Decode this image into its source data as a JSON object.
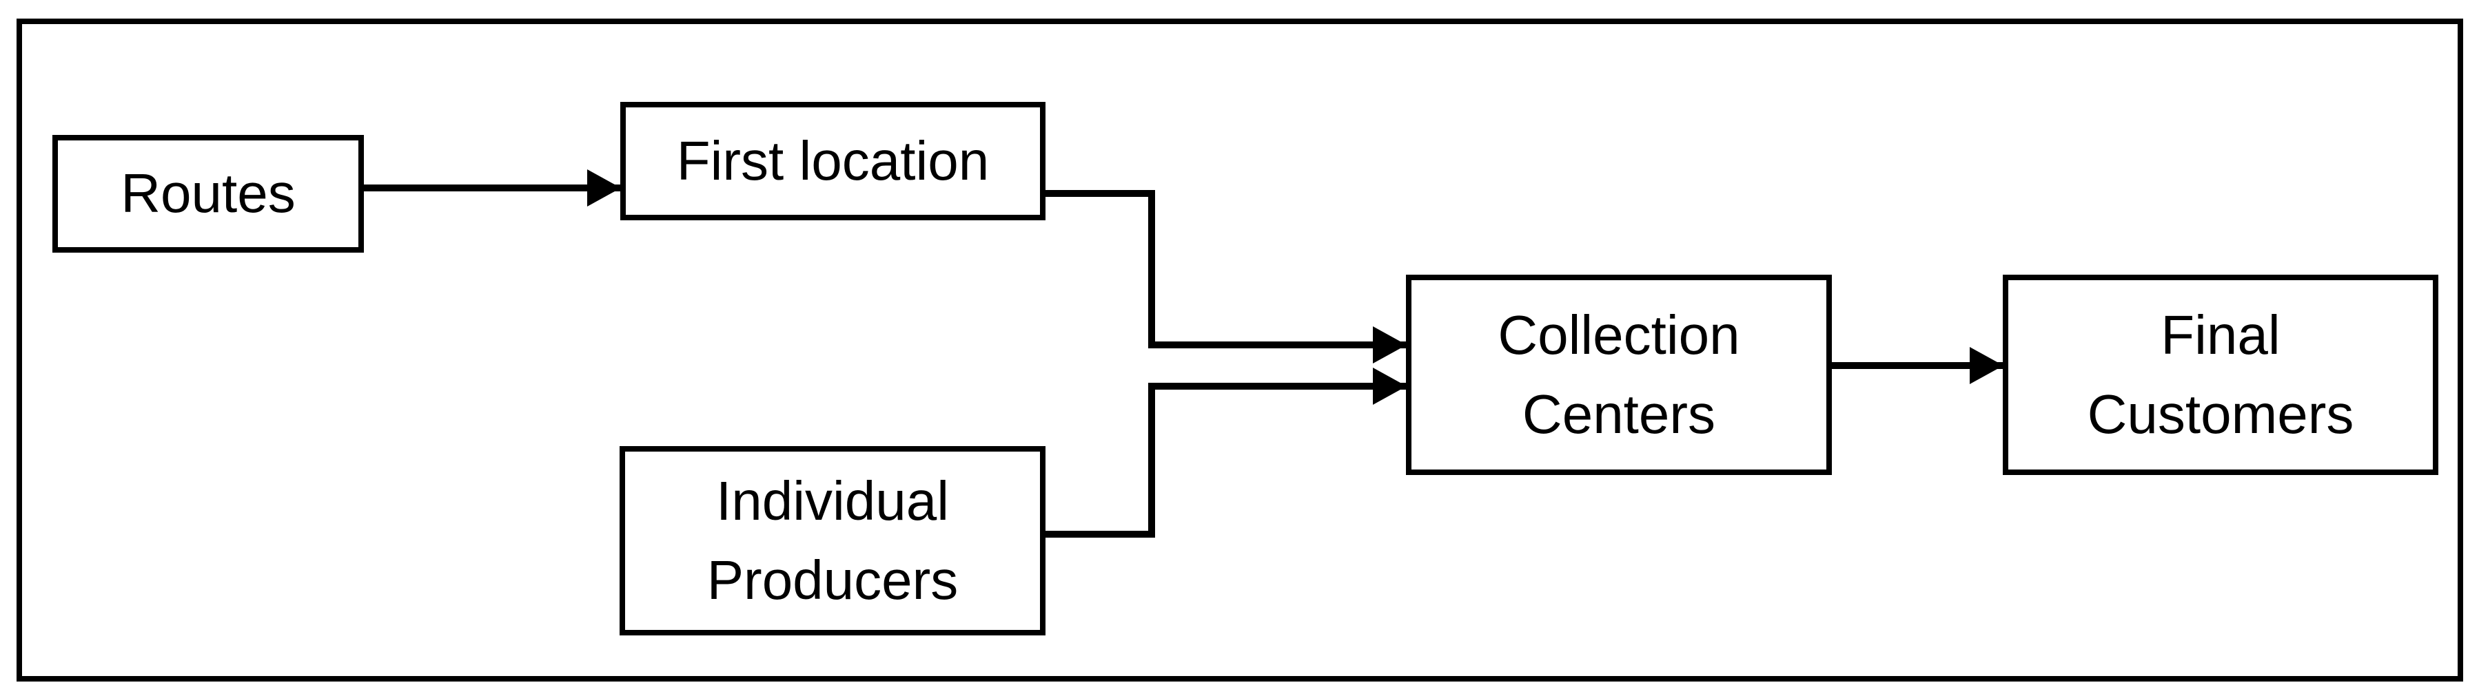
{
  "diagram": {
    "type": "flowchart",
    "background_color": "#ffffff",
    "stroke_color": "#000000",
    "text_color": "#000000",
    "nodes": [
      {
        "id": "routes",
        "label": "Routes"
      },
      {
        "id": "first-location",
        "label": "First location"
      },
      {
        "id": "individual-producers",
        "label": "Individual\nProducers"
      },
      {
        "id": "collection-centers",
        "label": "Collection\nCenters"
      },
      {
        "id": "final-customers",
        "label": "Final\nCustomers"
      }
    ],
    "edges": [
      {
        "from": "routes",
        "to": "first-location"
      },
      {
        "from": "first-location",
        "to": "collection-centers"
      },
      {
        "from": "individual-producers",
        "to": "collection-centers"
      },
      {
        "from": "collection-centers",
        "to": "final-customers"
      }
    ]
  }
}
